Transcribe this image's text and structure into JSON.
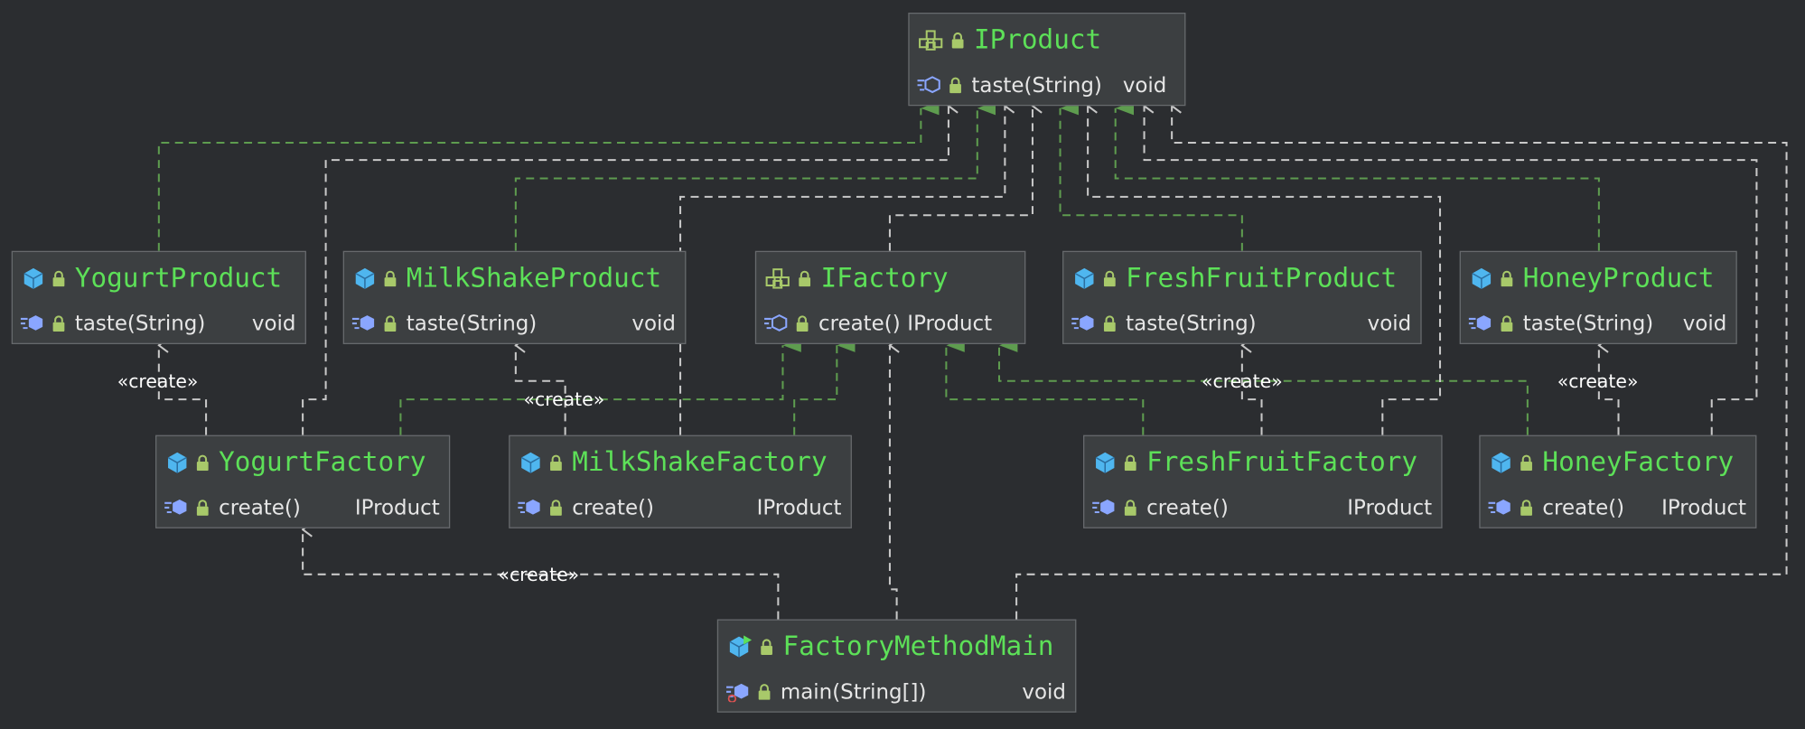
{
  "nodes": {
    "iproduct": {
      "name": "IProduct",
      "kind": "interface",
      "method": {
        "signature": "taste(String)",
        "return_type": "void"
      }
    },
    "ifactory": {
      "name": "IFactory",
      "kind": "interface",
      "method": {
        "signature": "create()",
        "return_type": "IProduct"
      }
    },
    "yogurt_product": {
      "name": "YogurtProduct",
      "kind": "class",
      "method": {
        "signature": "taste(String)",
        "return_type": "void"
      }
    },
    "milkshake_product": {
      "name": "MilkShakeProduct",
      "kind": "class",
      "method": {
        "signature": "taste(String)",
        "return_type": "void"
      }
    },
    "freshfruit_product": {
      "name": "FreshFruitProduct",
      "kind": "class",
      "method": {
        "signature": "taste(String)",
        "return_type": "void"
      }
    },
    "honey_product": {
      "name": "HoneyProduct",
      "kind": "class",
      "method": {
        "signature": "taste(String)",
        "return_type": "void"
      }
    },
    "yogurt_factory": {
      "name": "YogurtFactory",
      "kind": "class",
      "method": {
        "signature": "create()",
        "return_type": "IProduct"
      }
    },
    "milkshake_factory": {
      "name": "MilkShakeFactory",
      "kind": "class",
      "method": {
        "signature": "create()",
        "return_type": "IProduct"
      }
    },
    "freshfruit_factory": {
      "name": "FreshFruitFactory",
      "kind": "class",
      "method": {
        "signature": "create()",
        "return_type": "IProduct"
      }
    },
    "honey_factory": {
      "name": "HoneyFactory",
      "kind": "class",
      "method": {
        "signature": "create()",
        "return_type": "IProduct"
      }
    },
    "main": {
      "name": "FactoryMethodMain",
      "kind": "runnable-class",
      "method": {
        "signature": "main(String[])",
        "return_type": "void"
      }
    }
  },
  "labels": {
    "create_yogurt": "«create»",
    "create_milkshake": "«create»",
    "create_freshfruit": "«create»",
    "create_honey": "«create»",
    "create_main": "«create»"
  },
  "colors": {
    "background": "#2b2d30",
    "node_fill": "#3c3f41",
    "node_border": "#676a6d",
    "class_name": "#5de058",
    "implements_edge": "#5e9c4f",
    "dependency_edge": "#c8c8c8"
  },
  "icons": {
    "interface": "interface-icon",
    "class": "class-icon",
    "runnable-class": "runnable-class-icon",
    "lock": "lock-icon",
    "method": "method-icon"
  }
}
